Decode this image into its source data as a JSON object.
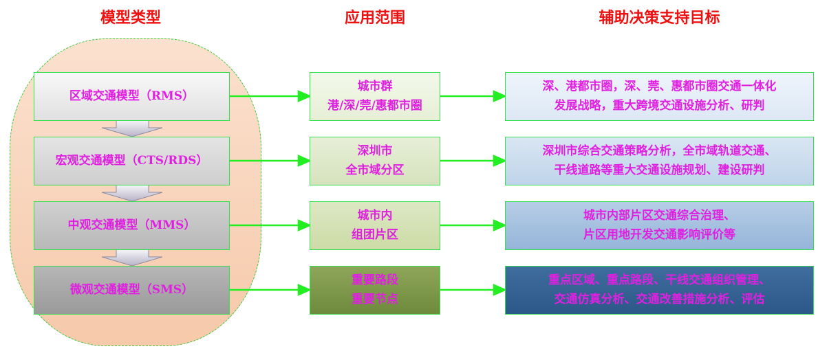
{
  "headers": {
    "model_type": "模型类型",
    "scope": "应用范围",
    "goal": "辅助决策支持目标"
  },
  "rows": [
    {
      "model": "区域交通模型（RMS）",
      "scope": [
        "城市群",
        "港/深/莞/惠都市圈"
      ],
      "goal": [
        "深、港都市圈，深、莞、惠都市圈交通一体化",
        "发展战略，重大跨境交通设施分析、研判"
      ]
    },
    {
      "model": "宏观交通模型（CTS/RDS）",
      "scope": [
        "深圳市",
        "全市域分区"
      ],
      "goal": [
        "深圳市综合交通策略分析，全市域轨道交通、",
        "干线道路等重大交通设施规划、建设研判"
      ]
    },
    {
      "model": "中观交通模型（MMS）",
      "scope": [
        "城市内",
        "组团片区"
      ],
      "goal": [
        "城市内部片区交通综合治理、",
        "片区用地开发交通影响评价等"
      ]
    },
    {
      "model": "微观交通模型（SMS）",
      "scope": [
        "重要路段",
        "重要节点"
      ],
      "goal": [
        "重点区域、重点路段、干线交通组织管理、",
        "交通仿真分析、交通改善措施分析、评估"
      ]
    }
  ],
  "colors": {
    "header_red": "#ee1111",
    "text_magenta": "#e020e0",
    "arrow_green": "#22ee22",
    "border_green": "#33e04d"
  }
}
